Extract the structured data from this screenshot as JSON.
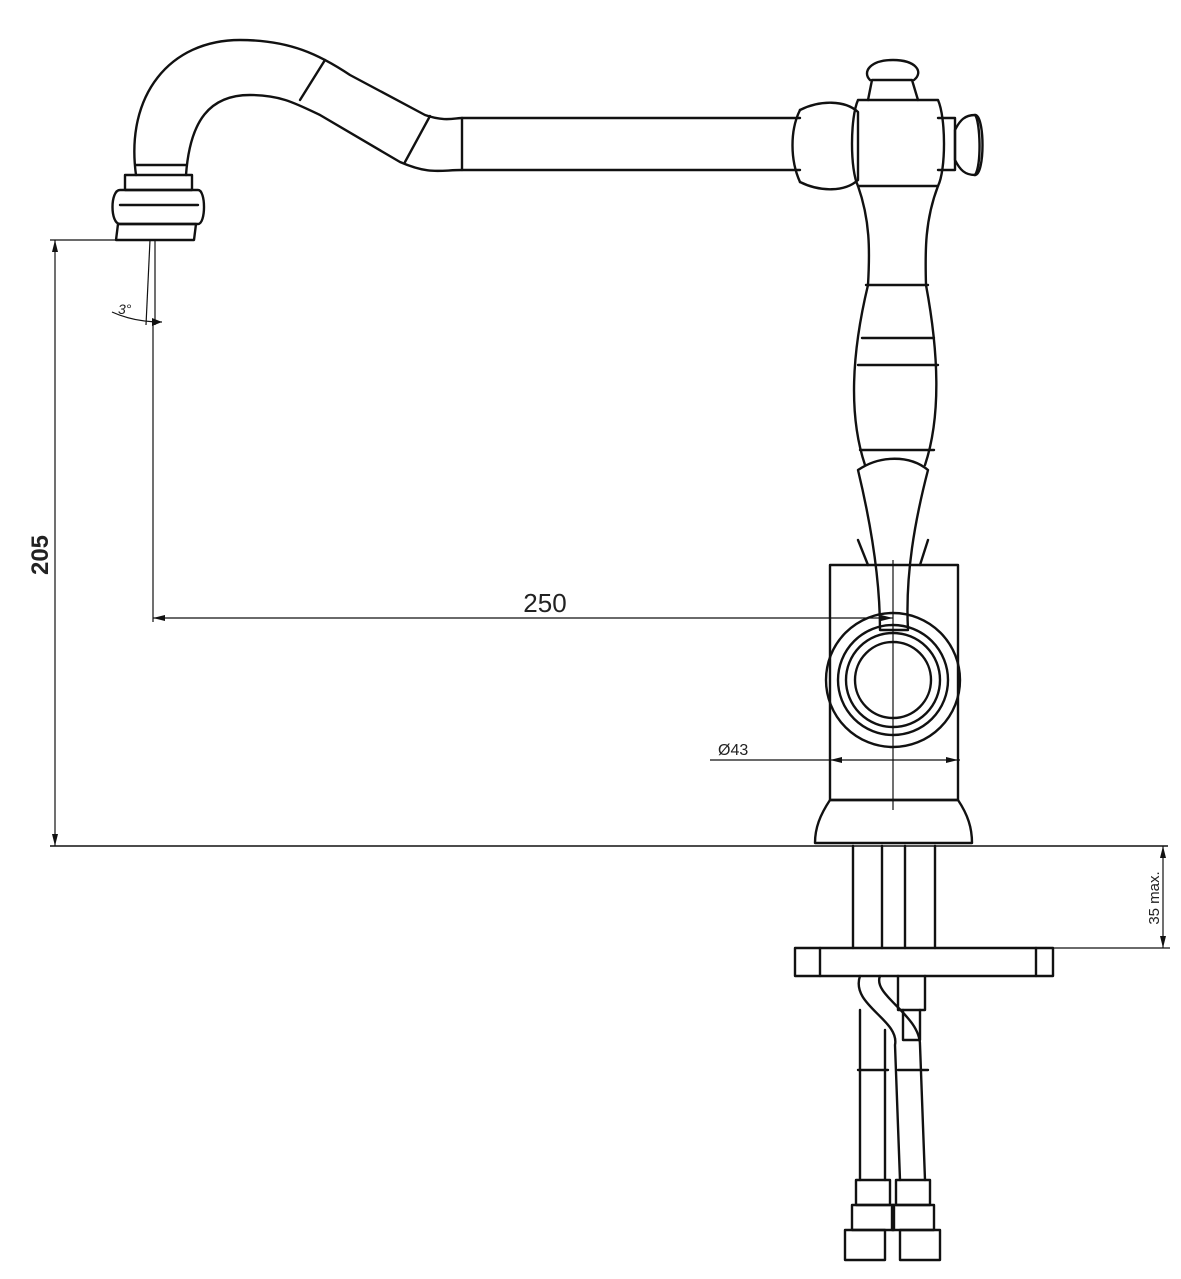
{
  "dimensions": {
    "spout_height": "205",
    "spout_reach": "250",
    "body_diameter": "Ø43",
    "deck_thickness": "35 max.",
    "jet_angle": "3°"
  },
  "colors": {
    "line": "#111111",
    "background": "#ffffff"
  }
}
